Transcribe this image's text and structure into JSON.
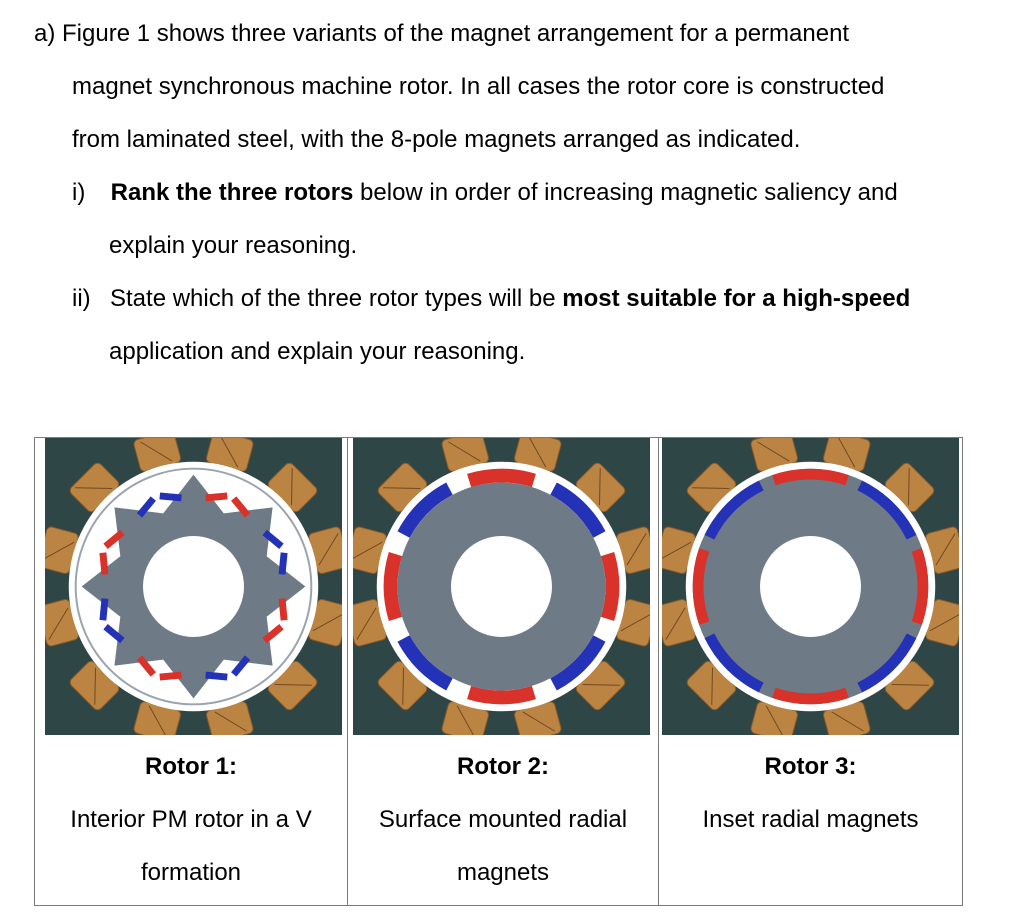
{
  "question": {
    "intro": [
      "a) Figure 1 shows three variants of the magnet arrangement for a permanent",
      "magnet synchronous machine rotor. In all cases the rotor core is constructed",
      "from laminated steel, with the 8-pole magnets arranged as indicated."
    ],
    "item_i": {
      "marker": "i)",
      "bold": "Rank the three rotors",
      "rest_line1": " below in order of increasing magnetic saliency and",
      "line2": "explain your reasoning."
    },
    "item_ii": {
      "marker": "ii)",
      "pre": "State which of the three rotor types will be ",
      "bold": "most suitable for a high-speed",
      "line2": "application and explain your reasoning."
    }
  },
  "rotors": [
    {
      "title": "Rotor 1:",
      "desc1": "Interior PM rotor in a V",
      "desc2": "formation"
    },
    {
      "title": "Rotor 2:",
      "desc1": "Surface mounted radial",
      "desc2": "magnets"
    },
    {
      "title": "Rotor 3:",
      "desc1": "Inset  radial magnets",
      "desc2": ""
    }
  ],
  "colors": {
    "stator_yoke": "#2f4646",
    "winding": "#bc8443",
    "rotor_steel": "#6e7b87",
    "magnet_north": "#d8322a",
    "magnet_south": "#2432b8",
    "airgap": "#ffffff"
  }
}
